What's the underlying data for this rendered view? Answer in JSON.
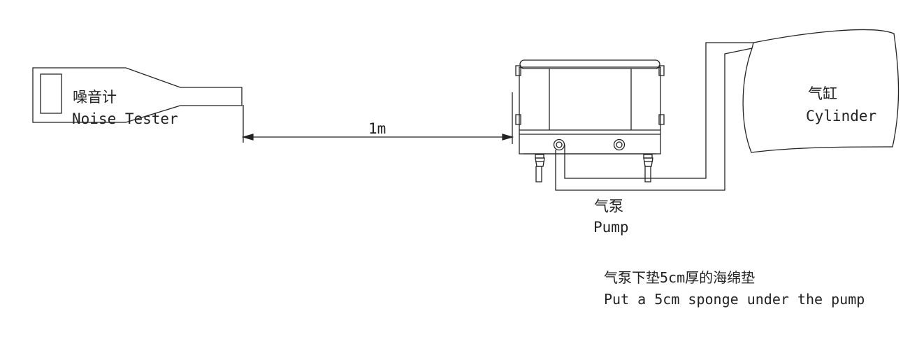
{
  "diagram": {
    "noise_tester": {
      "label_cn": "噪音计",
      "label_en": "Noise Tester"
    },
    "distance": {
      "label": "1m"
    },
    "pump": {
      "label_cn": "气泵",
      "label_en": "Pump"
    },
    "cylinder": {
      "label_cn": "气缸",
      "label_en": "Cylinder"
    },
    "note": {
      "line_cn": "气泵下垫5cm厚的海绵垫",
      "line_en": "Put a 5cm sponge under the pump"
    },
    "colors": {
      "stroke": "#222222",
      "text": "#222222",
      "background": "#ffffff"
    }
  }
}
